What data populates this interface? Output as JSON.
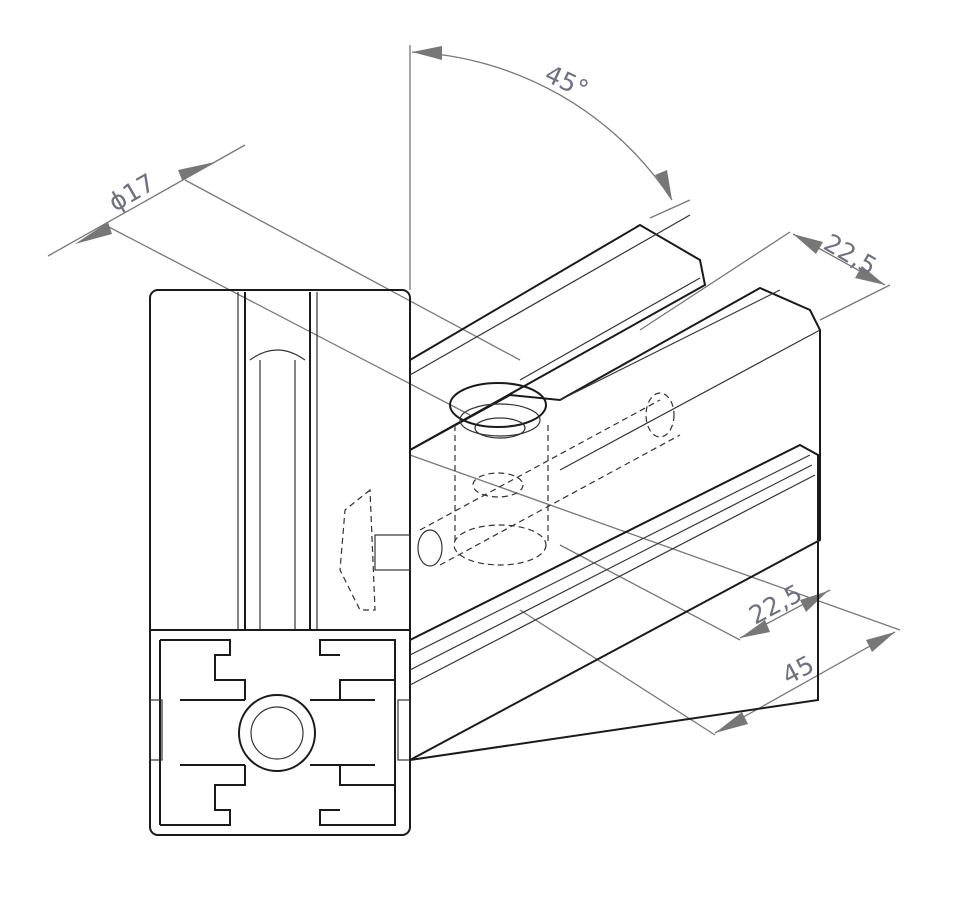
{
  "dimensions": {
    "angle": "45°",
    "diameter": "ϕ17",
    "width_top": "22,5",
    "offset_bottom": "22,5",
    "width_bottom": "45"
  },
  "colors": {
    "line": "#1a1a1a",
    "dimension": "#777777",
    "dimension_text": "#6f7080"
  }
}
